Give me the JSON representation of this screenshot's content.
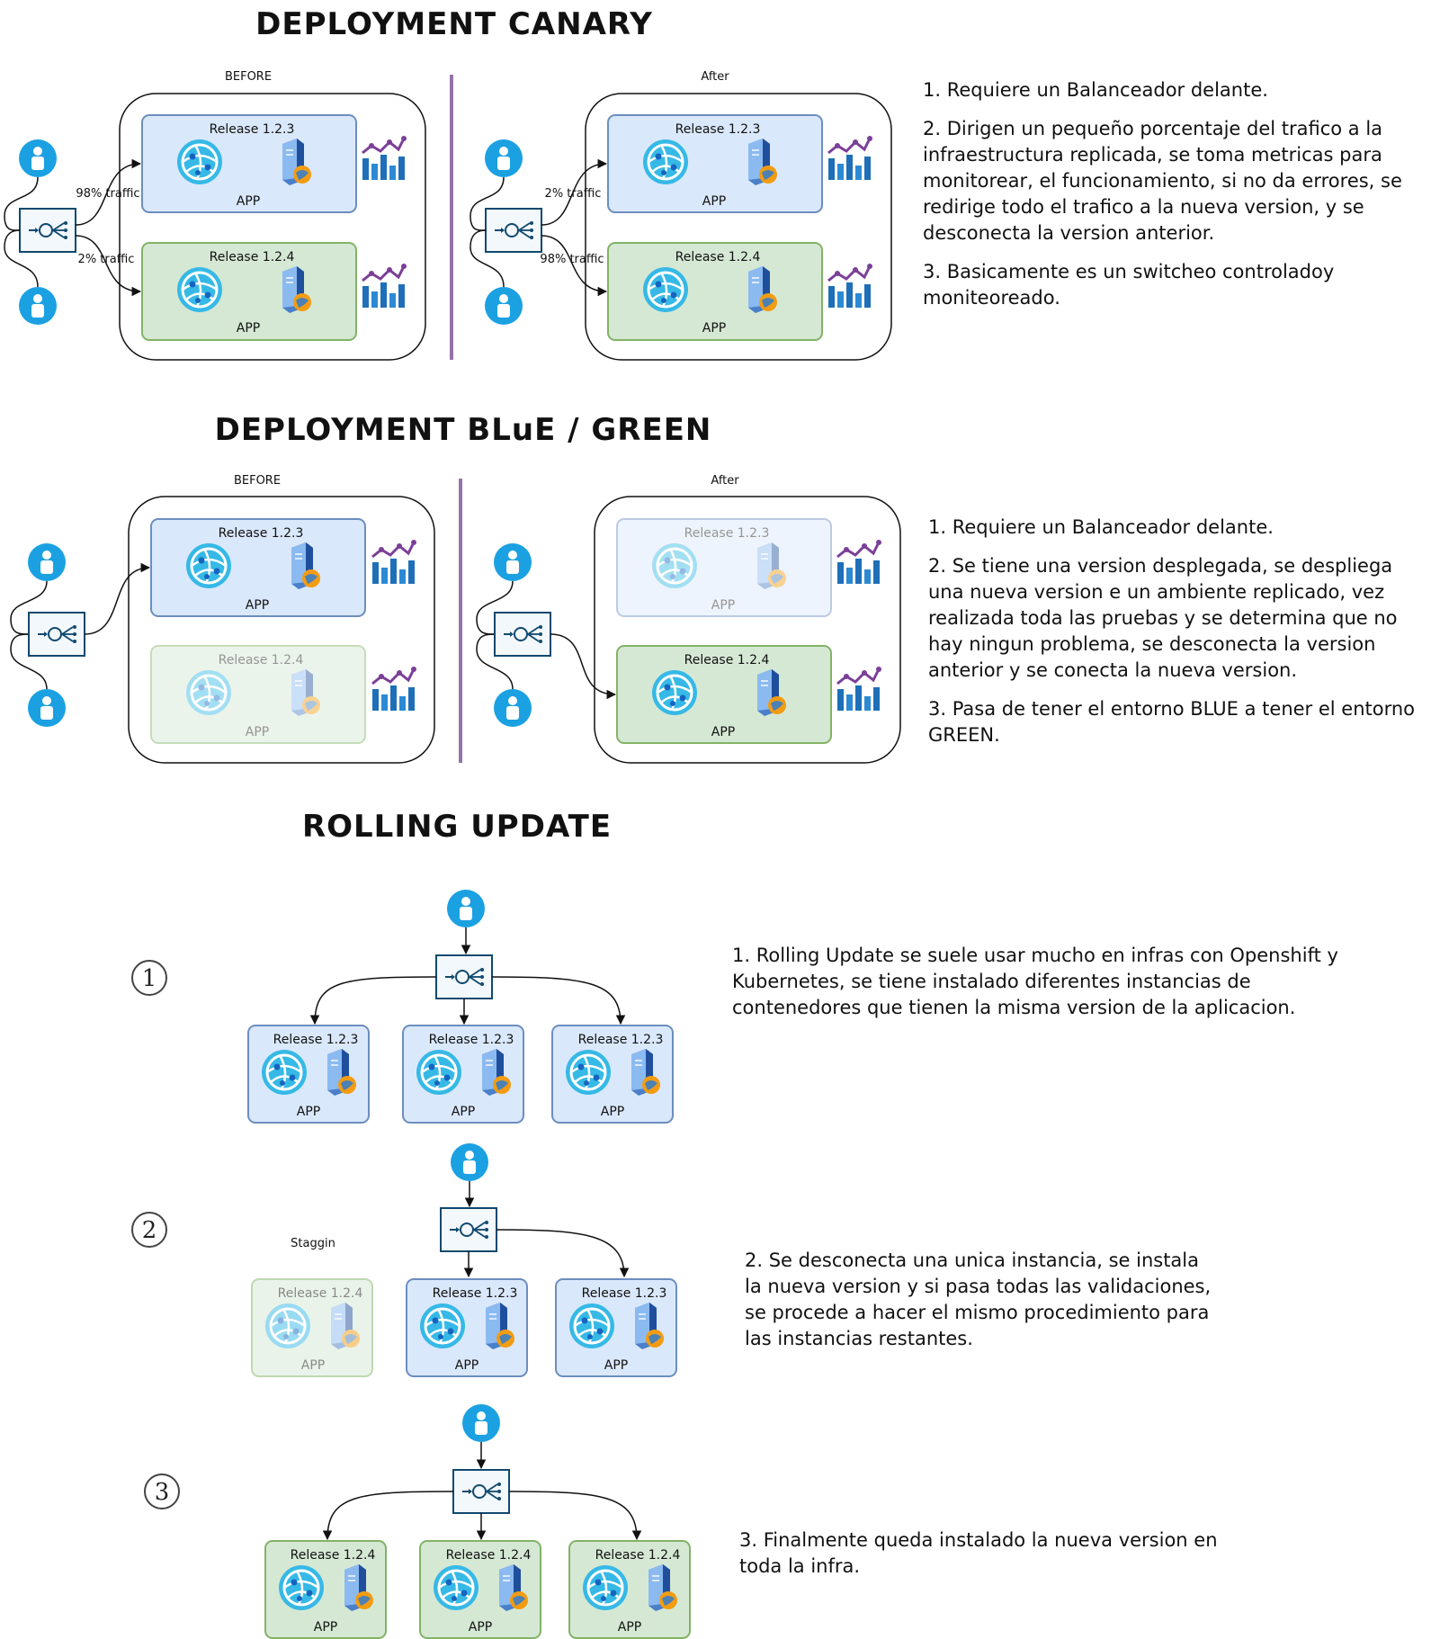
{
  "titles": {
    "canary": "DEPLOYMENT CANARY",
    "bluegreen": "DEPLOYMENT BLuE / GREEN",
    "rolling": "ROLLING UPDATE"
  },
  "labels": {
    "before": "BEFORE",
    "after": "After",
    "app": "APP",
    "release_old": "Release 1.2.3",
    "release_new": "Release 1.2.4",
    "staging": "Staggin"
  },
  "canary": {
    "before_traffic_old": "98% traffic",
    "before_traffic_new": "2% traffic",
    "after_traffic_old": "2% traffic",
    "after_traffic_new": "98% traffic"
  },
  "steps": [
    "1",
    "2",
    "3"
  ],
  "notes": {
    "canary": [
      "1. Requiere un Balanceador delante.",
      "2. Dirigen un pequeño porcentaje del trafico a la infraestructura replicada, se toma metricas para monitorear, el funcionamiento, si no da errores, se redirige todo el trafico a la nueva version, y se desconecta la version anterior.",
      "3. Basicamente es un switcheo controladoy moniteoreado."
    ],
    "bluegreen": [
      "1. Requiere un Balanceador delante.",
      "2. Se tiene una version desplegada, se despliega una nueva version e un ambiente replicado, vez realizada toda las pruebas y se determina que no hay ningun problema, se desconecta la version anterior y se conecta la nueva version.",
      "3. Pasa de tener el entorno BLUE a tener el entorno GREEN."
    ],
    "rolling": [
      "1. Rolling Update se suele usar mucho en infras con Openshift y Kubernetes, se tiene instalado diferentes instancias de contenedores que tienen la misma version de la aplicacion.",
      "2. Se desconecta una unica instancia, se instala la nueva version y si pasa todas las validaciones, se procede a hacer el mismo procedimiento para las instancias restantes.",
      "3. Finalmente queda instalado la nueva version en toda la infra."
    ]
  },
  "colors": {
    "blue_fill": "#dae8fc",
    "blue_stroke": "#6c8ebf",
    "green_fill": "#d5e8d4",
    "green_stroke": "#82b366",
    "user": "#1ba1e2",
    "divider": "#9673a6"
  },
  "icons": [
    "user-icon",
    "load-balancer-icon",
    "web-app-icon",
    "server-icon",
    "metrics-chart-icon"
  ]
}
